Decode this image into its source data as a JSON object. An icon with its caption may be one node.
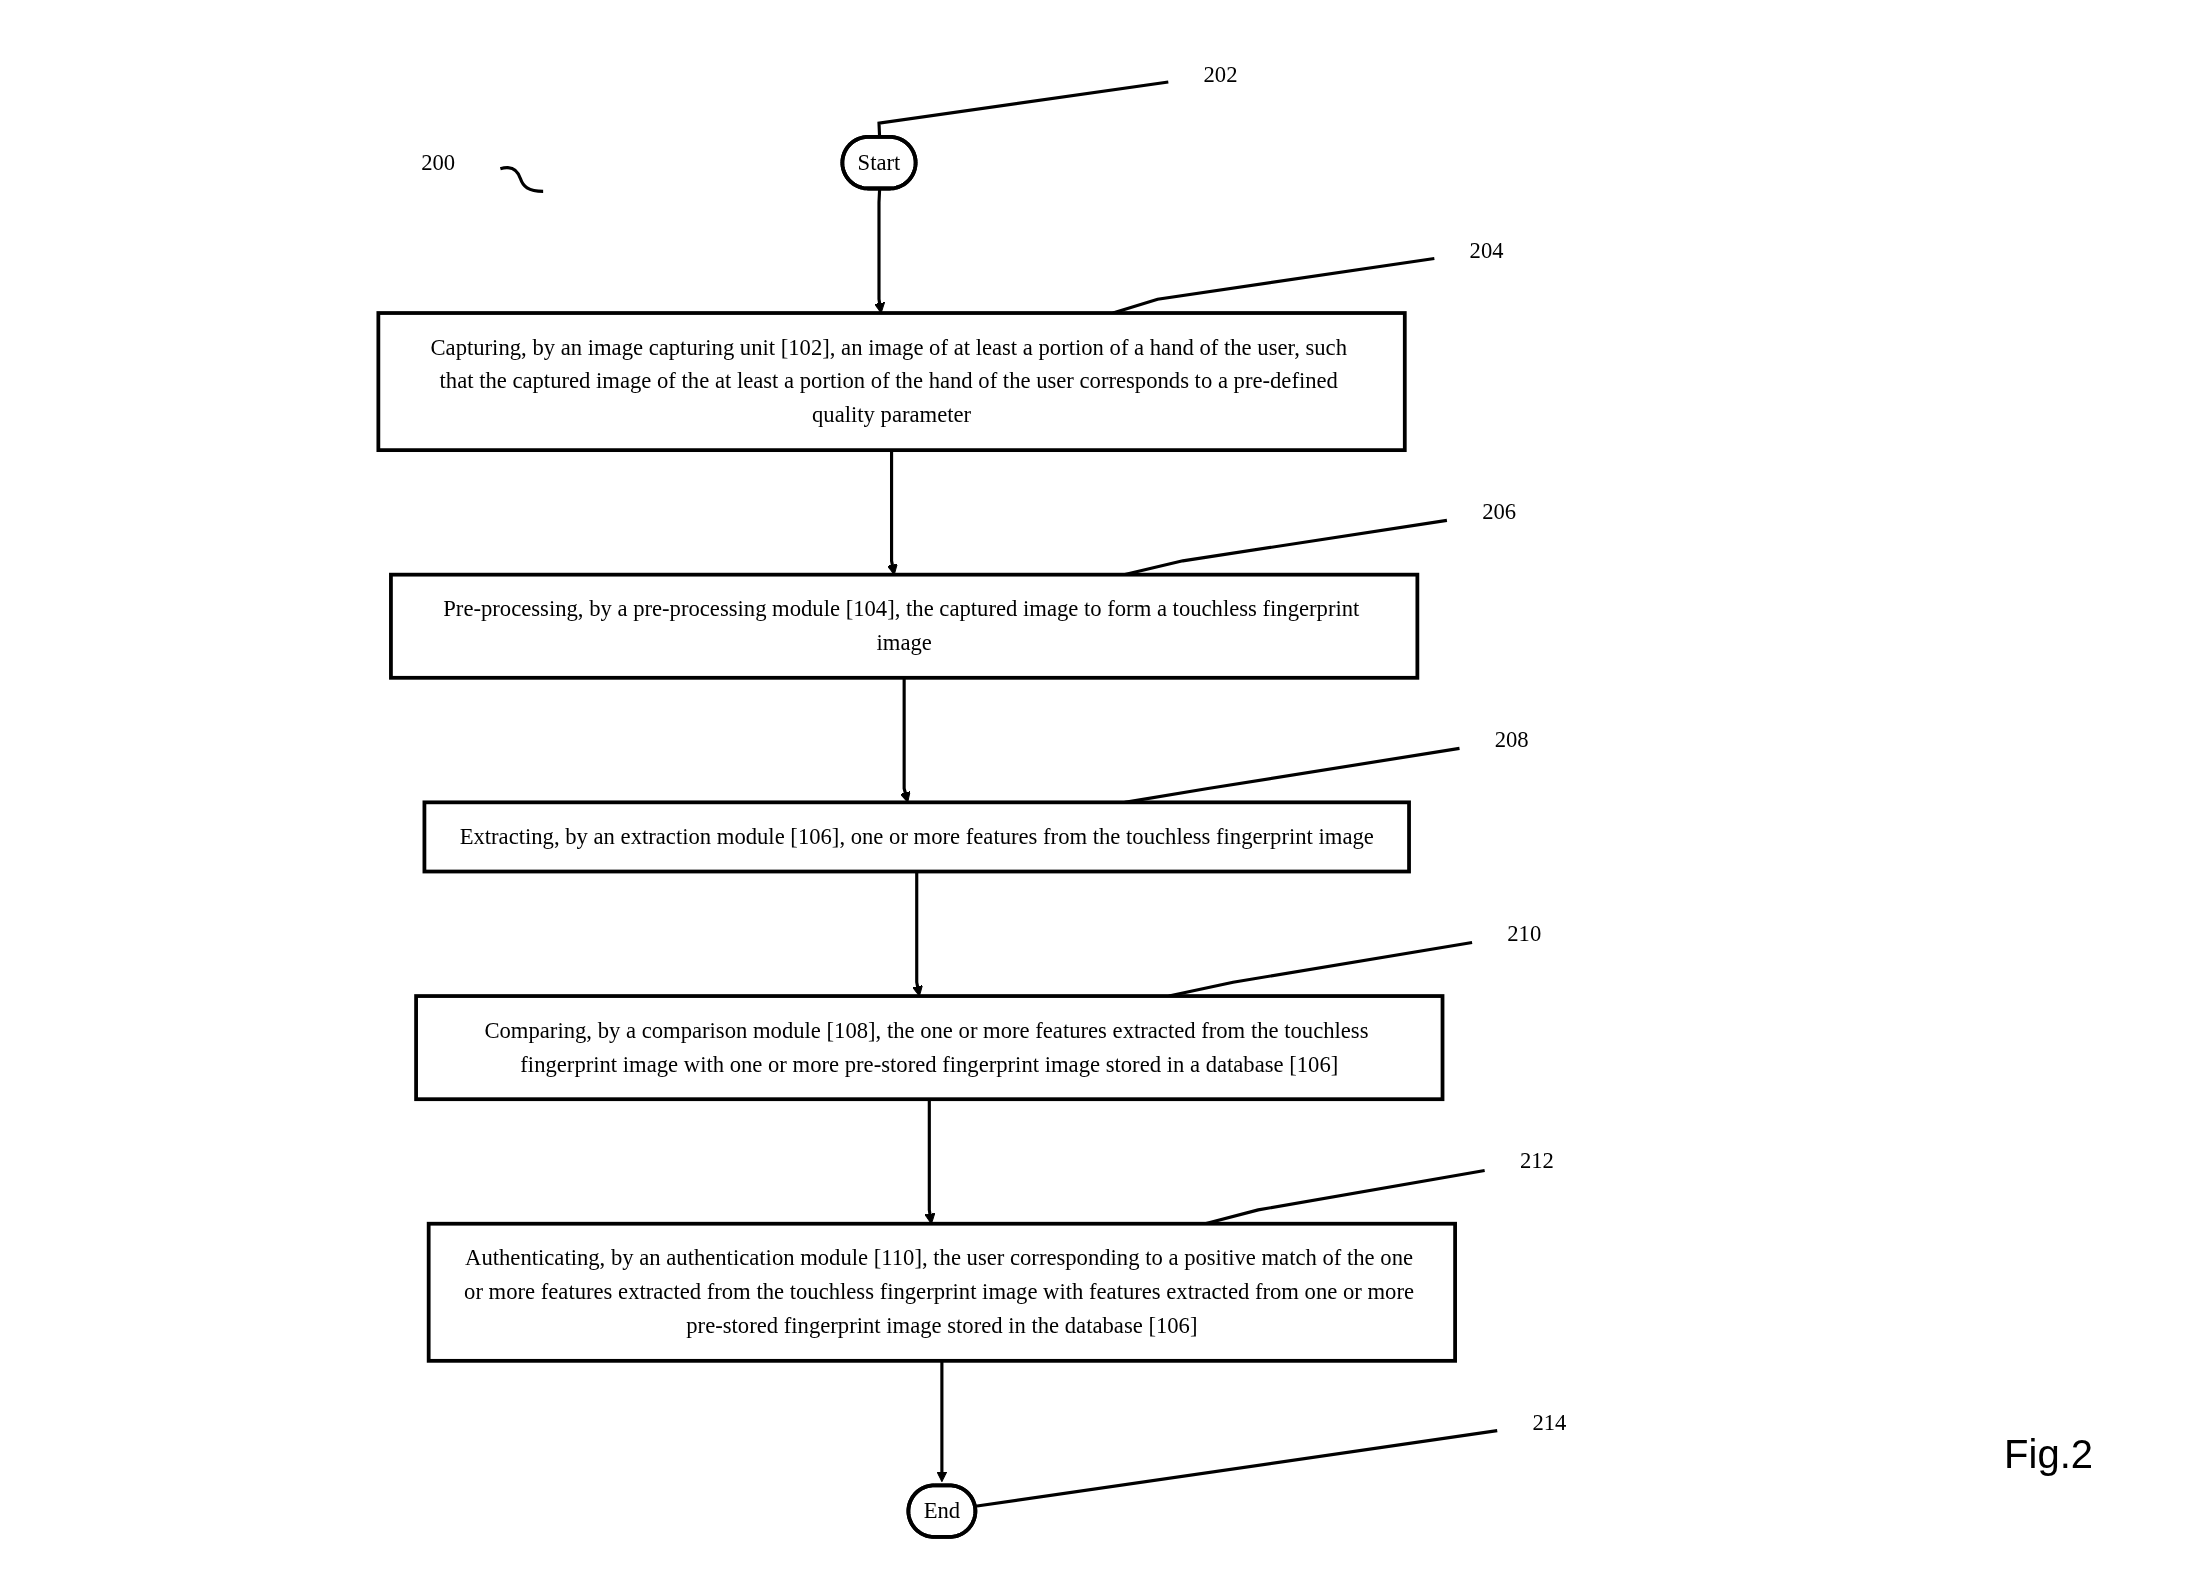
{
  "diagram": {
    "caption": "Fig.2",
    "nodes": [
      {
        "text": [
          "200"
        ]
      },
      {
        "text": [
          "Start"
        ]
      },
      {
        "text": [
          "202"
        ]
      },
      {
        "text": [
          "Capturing, by an image capturing unit [102], an image of at least a portion of a hand of the user, such that the captured image of the at least a portion of the hand of the user corresponds to a pre-defined quality parameter"
        ]
      },
      {
        "text": [
          "204"
        ]
      },
      {
        "text": [
          "Pre-processing, by a pre-processing module [104], the captured image to form a touchless fingerprint image"
        ]
      },
      {
        "text": [
          "206"
        ]
      },
      {
        "text": [
          "Extracting, by an extraction module [106], one or more features from the touchless fingerprint image"
        ]
      },
      {
        "text": [
          "208"
        ]
      },
      {
        "text": [
          "Comparing, by a comparison module [108], the one or more features extracted from the touchless fingerprint image with one or more pre-stored fingerprint image stored in a database [106]"
        ]
      },
      {
        "text": [
          "210"
        ]
      },
      {
        "text": [
          "Authenticating, by an authentication module [110], the user corresponding to a positive match of the one or more features extracted from the touchless fingerprint image with features extracted from one or more pre-stored fingerprint image stored in the database [106]"
        ]
      },
      {
        "text": [
          "212"
        ]
      },
      {
        "text": [
          "End"
        ]
      },
      {
        "text": [
          "214"
        ]
      }
    ],
    "edges": [
      {
        "from": 0,
        "to": null,
        "arrow": "none"
      },
      {
        "from": 2,
        "to": 1,
        "arrow": "none"
      },
      {
        "from": 1,
        "to": 3,
        "arrow": "to"
      },
      {
        "from": 4,
        "to": 3,
        "arrow": "none"
      },
      {
        "from": 3,
        "to": 5,
        "arrow": "to"
      },
      {
        "from": 6,
        "to": 5,
        "arrow": "none"
      },
      {
        "from": 5,
        "to": 7,
        "arrow": "to"
      },
      {
        "from": 8,
        "to": 7,
        "arrow": "none"
      },
      {
        "from": 7,
        "to": 9,
        "arrow": "to"
      },
      {
        "from": 10,
        "to": 9,
        "arrow": "none"
      },
      {
        "from": 9,
        "to": 11,
        "arrow": "to"
      },
      {
        "from": 12,
        "to": 11,
        "arrow": "none"
      },
      {
        "from": 11,
        "to": 13,
        "arrow": "to"
      },
      {
        "from": 14,
        "to": 13,
        "arrow": "none"
      }
    ]
  }
}
